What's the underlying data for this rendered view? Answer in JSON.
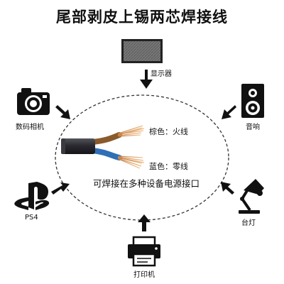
{
  "title": "尾部剥皮上锡两芯焊接线",
  "devices": {
    "monitor": "显示器",
    "camera": "数码相机",
    "speaker": "音响",
    "ps4": "PS4",
    "lamp": "台灯",
    "printer": "打印机"
  },
  "wires": {
    "brown": "棕色：火线",
    "blue": "蓝色：零线"
  },
  "center_text": "可焊接在多种设备电源接口",
  "colors": {
    "cable_sheath": "#2e2e33",
    "brown_insulation": "#8a5a2b",
    "blue_insulation": "#2f6fb8",
    "copper": "#d79a5a",
    "monitor_screen": "#6f6f6f"
  }
}
